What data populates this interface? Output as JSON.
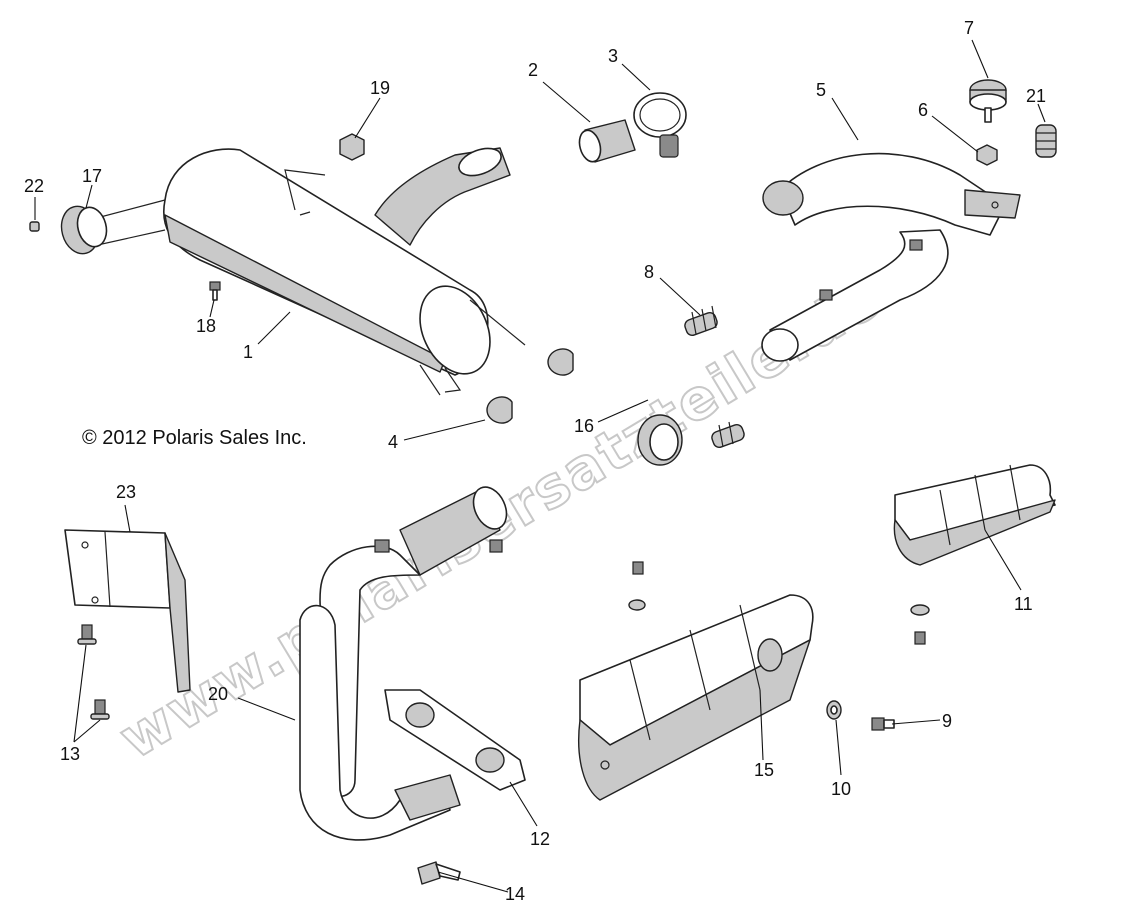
{
  "copyright": "© 2012 Polaris Sales Inc.",
  "watermark": "www.polarisersatzteile.de",
  "callouts": {
    "c1": "1",
    "c2": "2",
    "c3": "3",
    "c4": "4",
    "c5": "5",
    "c6": "6",
    "c7": "7",
    "c8": "8",
    "c9": "9",
    "c10": "10",
    "c11": "11",
    "c12": "12",
    "c13": "13",
    "c14": "14",
    "c15": "15",
    "c16": "16",
    "c17": "17",
    "c18": "18",
    "c19": "19",
    "c20": "20",
    "c21": "21",
    "c22": "22",
    "c23": "23"
  }
}
